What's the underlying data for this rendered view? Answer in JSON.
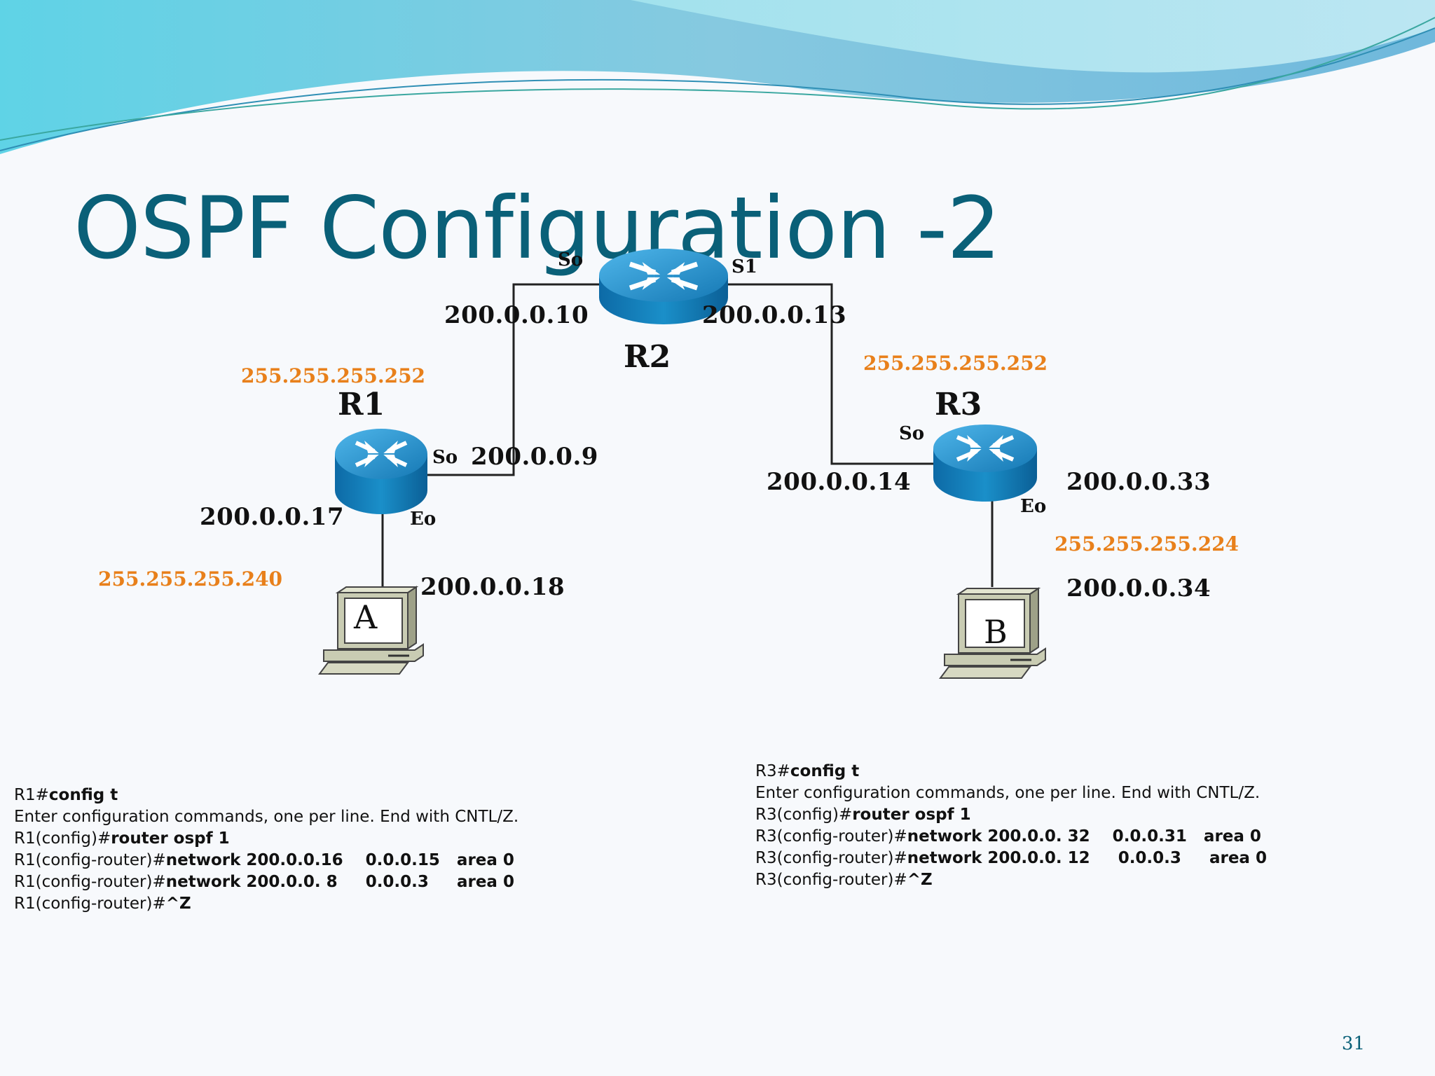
{
  "slide": {
    "title": "OSPF Configuration -2",
    "page_number": "31",
    "colors": {
      "title": "#0a6078",
      "mask": "#e8801b",
      "router": "#1a8fc9"
    }
  },
  "routers": {
    "r1": {
      "name": "R1"
    },
    "r2": {
      "name": "R2"
    },
    "r3": {
      "name": "R3"
    }
  },
  "hosts": {
    "a": {
      "name": "A"
    },
    "b": {
      "name": "B"
    }
  },
  "interfaces": {
    "r2_s0": "So",
    "r2_s1": "S1",
    "r1_s0": "So",
    "r1_e0": "Eo",
    "r3_s0": "So",
    "r3_e0": "Eo"
  },
  "addresses": {
    "r2_s0": "200.0.0.10",
    "r2_s1": "200.0.0.13",
    "r1_s0": "200.0.0.9",
    "r1_e0": "200.0.0.17",
    "host_a": "200.0.0.18",
    "r3_s0": "200.0.0.14",
    "r3_e0": "200.0.0.33",
    "host_b": "200.0.0.34"
  },
  "masks": {
    "r1_r2_link": "255.255.255.252",
    "r2_r3_link": "255.255.255.252",
    "r1_lan": "255.255.255.240",
    "r3_lan": "255.255.255.224"
  },
  "config_r1": {
    "lines": [
      {
        "prompt": "R1#",
        "cmd": "config t"
      },
      {
        "prompt": "Enter configuration commands, one per line. End with CNTL/Z.",
        "cmd": ""
      },
      {
        "prompt": "R1(config)#",
        "cmd": "router ospf 1"
      },
      {
        "prompt": "R1(config-router)#",
        "cmd": "network 200.0.0.16    0.0.0.15   area 0"
      },
      {
        "prompt": "R1(config-router)#",
        "cmd": "network 200.0.0. 8     0.0.0.3     area 0"
      },
      {
        "prompt": "R1(config-router)#",
        "cmd": "^Z"
      }
    ]
  },
  "config_r3": {
    "lines": [
      {
        "prompt": "R3#",
        "cmd": "config t"
      },
      {
        "prompt": "Enter configuration commands, one per line. End with CNTL/Z.",
        "cmd": ""
      },
      {
        "prompt": "R3(config)#",
        "cmd": "router ospf 1"
      },
      {
        "prompt": "R3(config-router)#",
        "cmd": "network 200.0.0. 32    0.0.0.31   area 0"
      },
      {
        "prompt": "R3(config-router)#",
        "cmd": "network 200.0.0. 12     0.0.0.3     area 0"
      },
      {
        "prompt": "R3(config-router)#",
        "cmd": "^Z"
      }
    ]
  }
}
